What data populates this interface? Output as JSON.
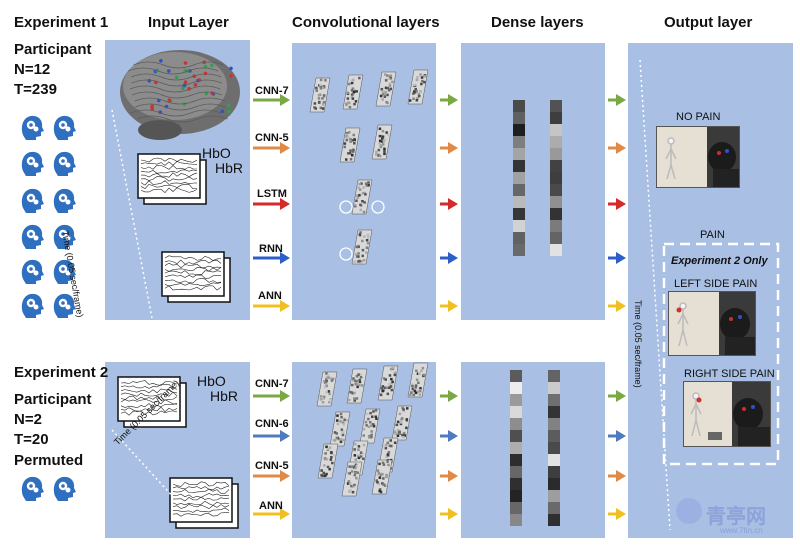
{
  "headers": {
    "input": "Input Layer",
    "conv": "Convolutional layers",
    "dense": "Dense layers",
    "output": "Output layer"
  },
  "exp1": {
    "title": "Experiment 1",
    "participant": "Participant",
    "n": "N=12",
    "t": "T=239",
    "hbo": "HbO",
    "hbr": "HbR",
    "time": "Time (0.05 sec/frame)",
    "arrows": [
      "CNN-7",
      "CNN-5",
      "LSTM",
      "RNN",
      "ANN"
    ]
  },
  "exp2": {
    "title": "Experiment 2",
    "participant": "Participant",
    "n": "N=2",
    "t": "T=20",
    "permuted": "Permuted",
    "hbo": "HbO",
    "hbr": "HbR",
    "time": "Time (0.05 sec/frame)",
    "arrows": [
      "CNN-7",
      "CNN-6",
      "CNN-5",
      "ANN"
    ]
  },
  "output": {
    "no_pain": "NO PAIN",
    "pain": "PAIN",
    "exp2_only": "Experiment 2 Only",
    "left": "LEFT SIDE PAIN",
    "right": "RIGHT SIDE PAIN",
    "time": "Time (0.05 sec/frame)"
  },
  "watermark": {
    "cn": "青亭网",
    "url": "www.7tin.cn"
  },
  "colors": {
    "panel": "#a9bfe3",
    "cnn7": "#7aa842",
    "cnn5": "#e08a48",
    "cnn6": "#4f7bbf",
    "lstm": "#d42a2a",
    "rnn": "#2c5fc8",
    "ann": "#f0c020",
    "head": "#2f6fc0"
  }
}
